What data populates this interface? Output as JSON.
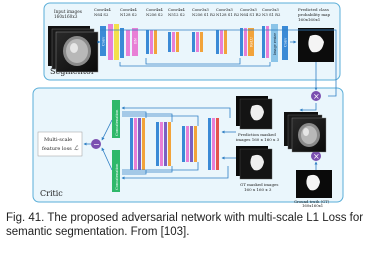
{
  "segmentor": {
    "title": "Segmentor",
    "input_label": "Input images",
    "input_size": "160x160x3",
    "conv_blocks": [
      {
        "l1": "Conv4x4",
        "l2": "N64 S2"
      },
      {
        "l1": "Conv4x4",
        "l2": "N128 S2"
      },
      {
        "l1": "Conv4x4",
        "l2": "N256 S2"
      },
      {
        "l1": "Conv4x4",
        "l2": "N512 S2"
      },
      {
        "l1": "Conv3x3",
        "l2": "N256 S1 R2"
      },
      {
        "l1": "Conv3x3",
        "l2": "N128 S1 R2"
      },
      {
        "l1": "Conv3x3",
        "l2": "N64 S1 R2"
      },
      {
        "l1": "Conv3x3",
        "l2": "N3 S1 R2"
      }
    ],
    "block_labels": {
      "conv": "Conv",
      "bn": "BN",
      "relu": "ReLU",
      "resize": "Image resize"
    },
    "output_label": "Predicted class",
    "output_label2": "probability map",
    "output_size": "160x160x1"
  },
  "critic": {
    "title": "Critic",
    "loss_label1": "Multi-scale",
    "loss_label2": "feature loss",
    "loss_symbol": "ℒ",
    "concat_label": "Concatenation",
    "pred_label1": "Prediction masked",
    "pred_label2": "images 160 x 160 x 3",
    "gt_label1": "GT masked images",
    "gt_label2": "160 x 160 x 3",
    "ground_truth1": "Ground truth (GT)",
    "ground_truth2": "160x160x1",
    "multiply": "×",
    "minus": "−"
  },
  "caption": "Fig. 41. The proposed adversarial network with multi-scale L1 Loss for semantic segmentation. From [103].",
  "colors": {
    "panel_border": "#5aaed8",
    "panel_fill": "#eaf6fc",
    "arrow": "#2f7fc4",
    "conv": "#3a8ad6",
    "bn": "#e87fd6",
    "relu": "#f2a33a",
    "resize": "#8bc4e8",
    "concat": "#2fb86a",
    "yellow": "#f3e04a",
    "purple": "#7b5fc2",
    "red": "#e4544c",
    "node": "#7b4fb0"
  }
}
